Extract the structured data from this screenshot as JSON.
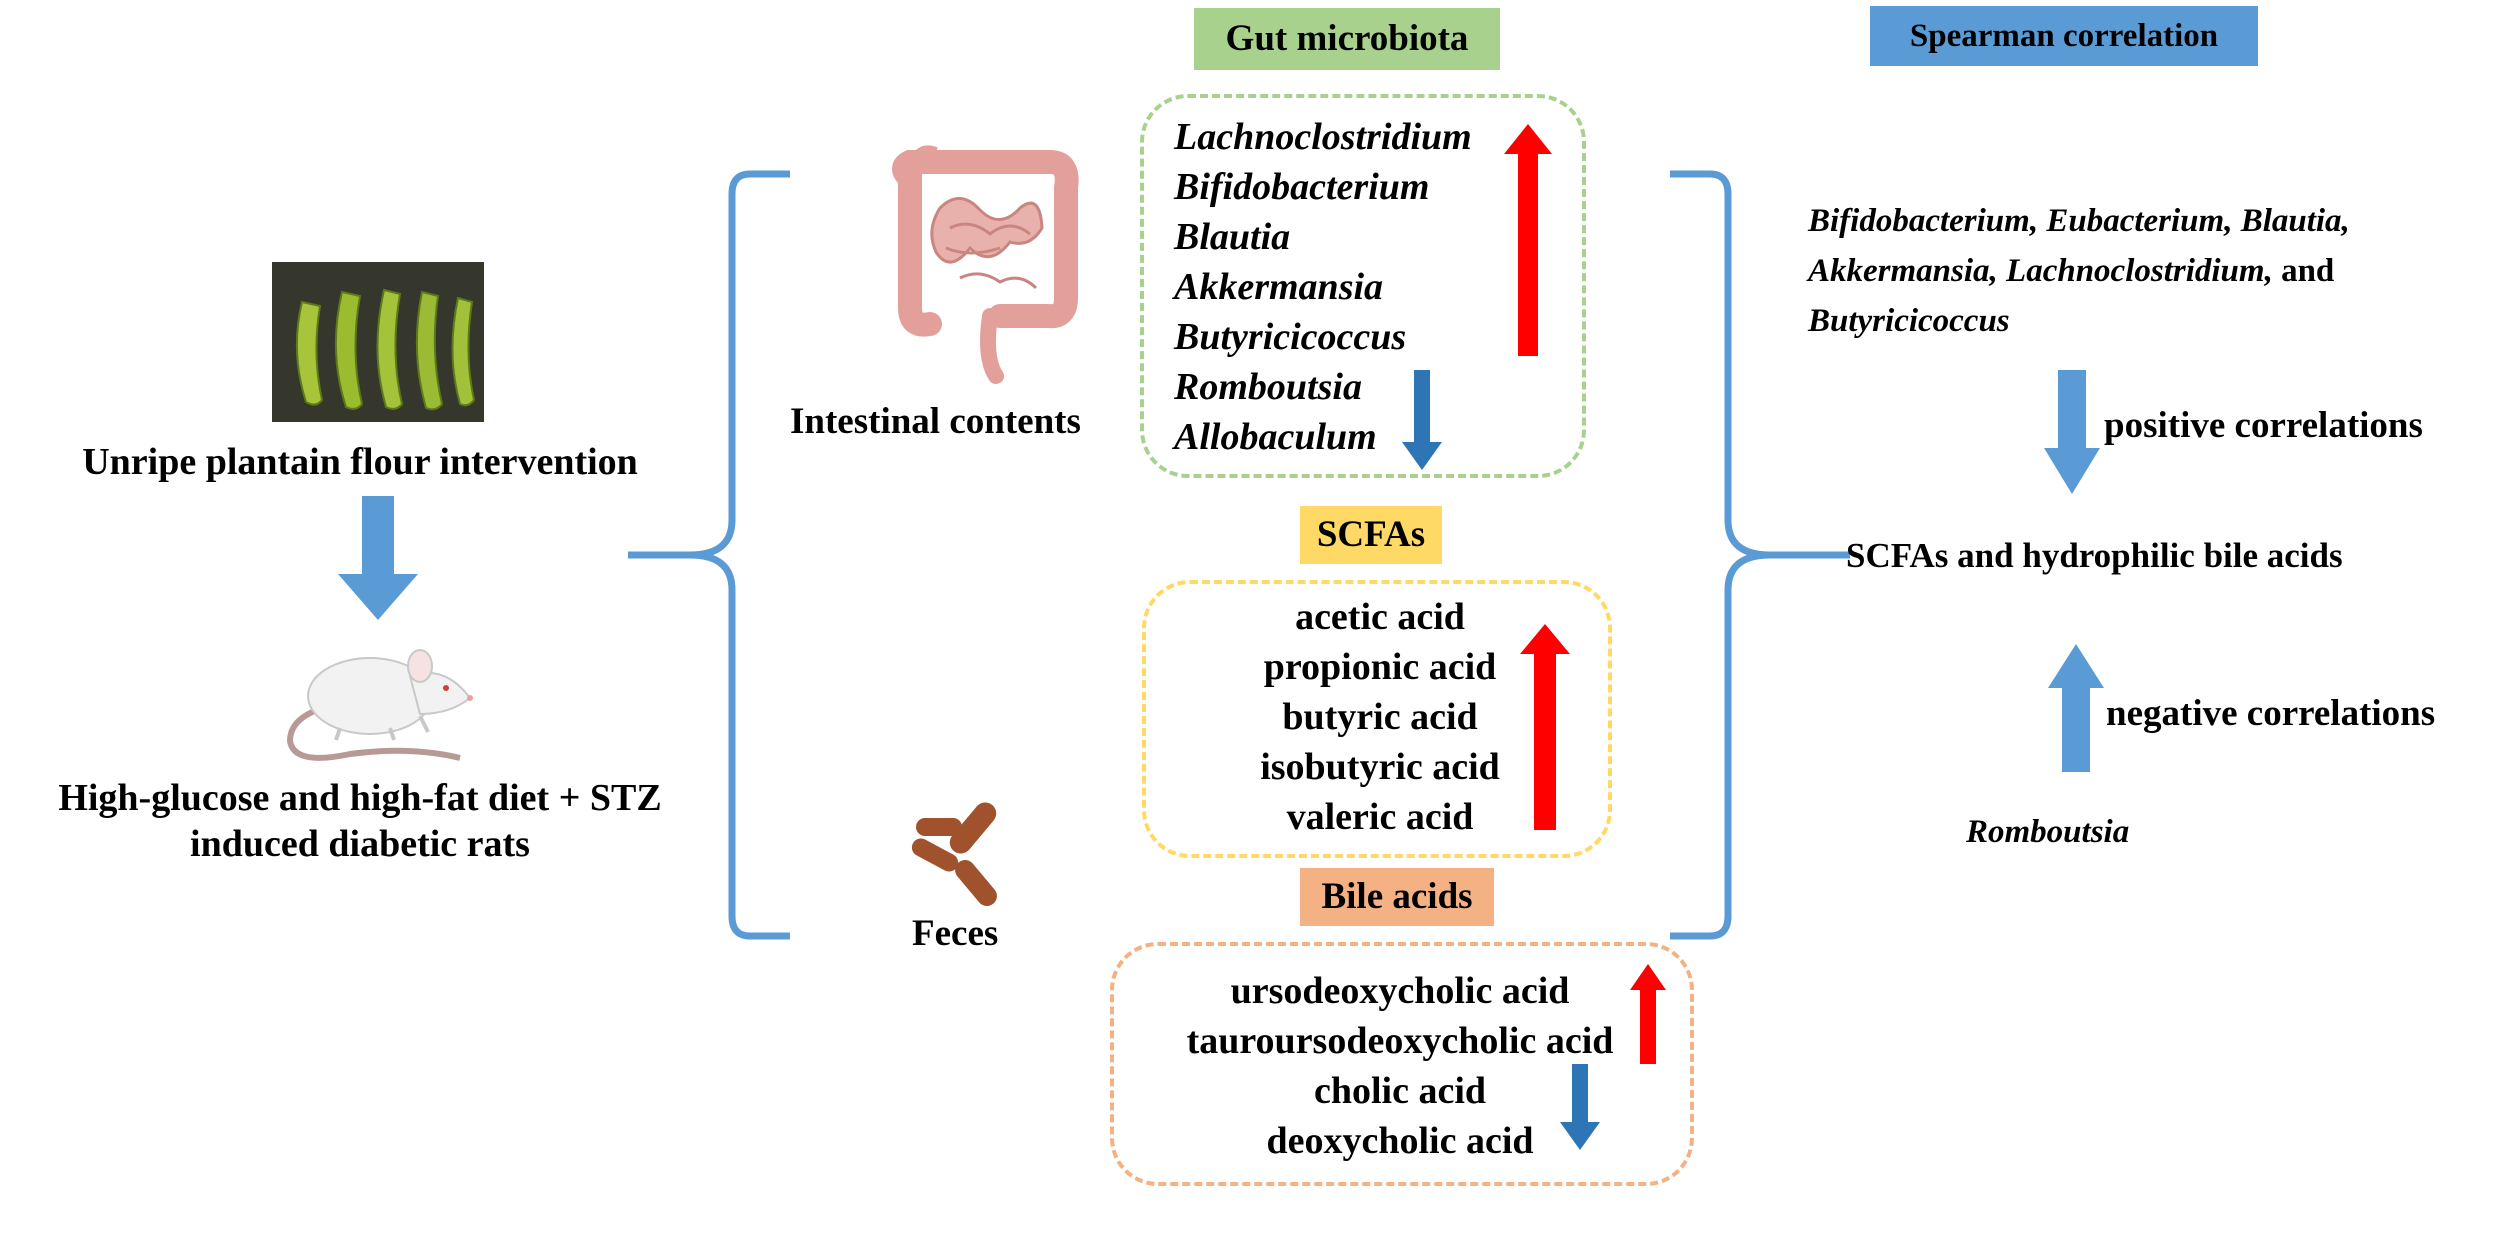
{
  "left": {
    "intervention_label": "Unripe plantain flour intervention",
    "model_label_line1": "High-glucose and high-fat diet + STZ",
    "model_label_line2": "induced diabetic rats",
    "plantain_image": "plantain-photo",
    "rat_image": "rat-illustration"
  },
  "sources": {
    "intestinal_label": "Intestinal contents",
    "feces_label": "Feces",
    "intestine_image": "intestine-illustration",
    "feces_image": "feces-illustration"
  },
  "gut_microbiota": {
    "header": "Gut microbiota",
    "items": [
      "Lachnoclostridium",
      "Bifidobacterium",
      "Blautia",
      "Akkermansia",
      "Butyricicoccus",
      "Romboutsia",
      "Allobaculum"
    ],
    "up_count": 5,
    "down_count": 2
  },
  "scfas": {
    "header": "SCFAs",
    "items": [
      "acetic acid",
      "propionic acid",
      "butyric acid",
      "isobutyric acid",
      "valeric acid"
    ]
  },
  "bile_acids": {
    "header": "Bile acids",
    "items": [
      "ursodeoxycholic acid",
      "tauroursodeoxycholic acid",
      "cholic acid",
      "deoxycholic acid"
    ]
  },
  "spearman": {
    "header": "Spearman correlation",
    "positive_taxa_line1": "Bifidobacterium, Eubacterium, Blautia,",
    "positive_taxa_line2_italic": "Akkermansia, Lachnoclostridium,",
    "positive_taxa_line2_and": " and",
    "positive_taxa_line3": "Butyricicoccus",
    "positive_label": "positive correlations",
    "center_label": "SCFAs and hydrophilic bile acids",
    "negative_label": "negative correlations",
    "negative_taxa": "Romboutsia"
  },
  "colors": {
    "gut_header_bg": "#a9d18e",
    "scfa_header_bg": "#ffd966",
    "bile_header_bg": "#f4b183",
    "spearman_header_bg": "#5b9bd5",
    "gut_box_border": "#a9d18e",
    "scfa_box_border": "#ffd966",
    "bile_box_border": "#f4b183",
    "brace": "#5b9bd5",
    "flow_arrow": "#5b9bd5",
    "up_arrow": "#ff0000",
    "down_arrow": "#2e75b6"
  }
}
